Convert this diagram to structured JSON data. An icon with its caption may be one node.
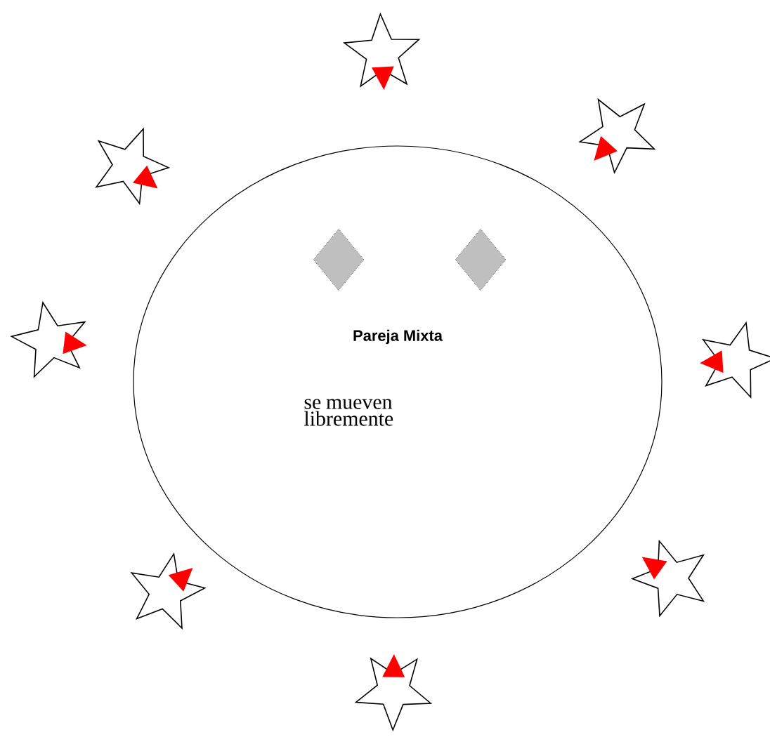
{
  "diagram": {
    "nodes": [
      {
        "text": [
          "Pareja Mixta",
          "se mueven libremente"
        ]
      },
      {
        "text": [],
        "shape": "diamond",
        "in": 0
      },
      {
        "text": [],
        "shape": "diamond",
        "in": 0
      },
      {
        "text": [],
        "shape": "star"
      },
      {
        "text": [],
        "shape": "star"
      },
      {
        "text": [],
        "shape": "star"
      },
      {
        "text": [],
        "shape": "star"
      },
      {
        "text": [],
        "shape": "star"
      },
      {
        "text": [],
        "shape": "star"
      },
      {
        "text": [],
        "shape": "star"
      },
      {
        "text": [],
        "shape": "star"
      }
    ]
  }
}
